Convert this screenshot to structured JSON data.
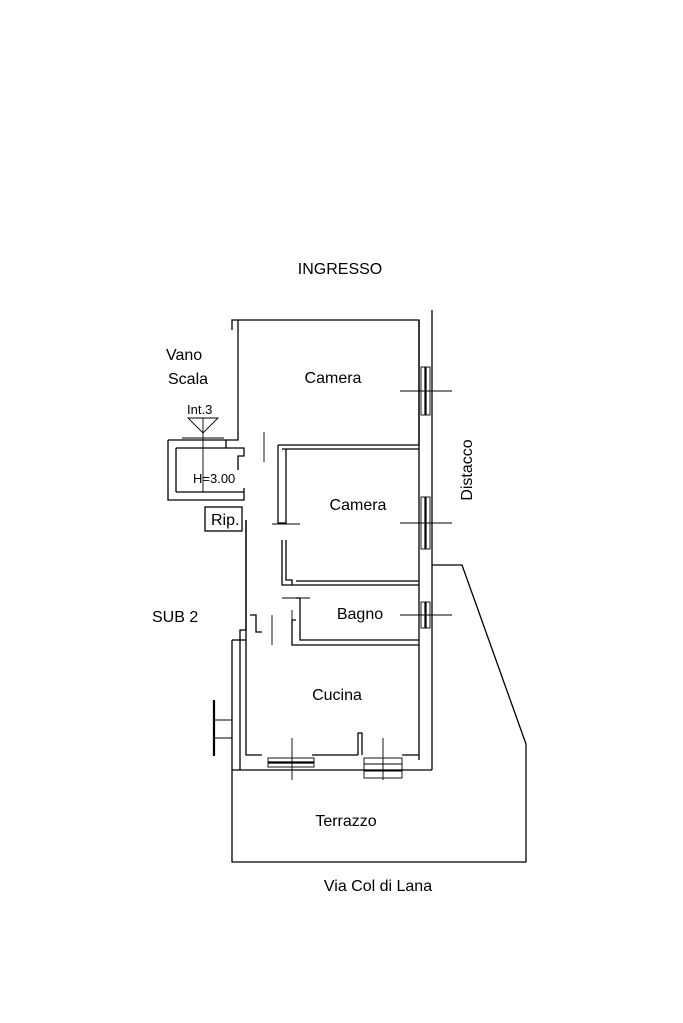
{
  "labels": {
    "ingresso": "INGRESSO",
    "vano": "Vano",
    "scala": "Scala",
    "int": "Int.3",
    "height": "H=3.00",
    "rip": "Rip.",
    "camera_top": "Camera",
    "camera_mid": "Camera",
    "bagno": "Bagno",
    "cucina": "Cucina",
    "sub": "SUB 2",
    "distacco": "Distacco",
    "terrazzo": "Terrazzo",
    "street": "Via Col di Lana"
  }
}
